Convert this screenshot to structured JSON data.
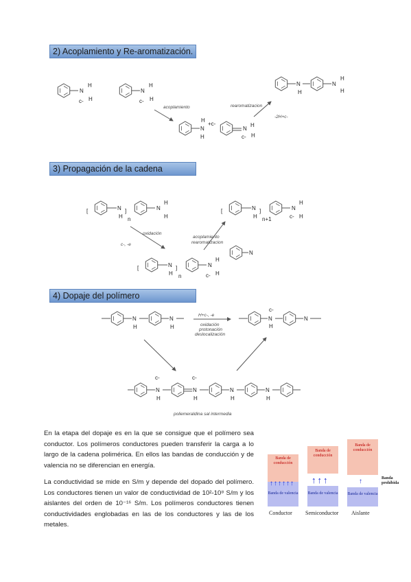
{
  "sections": [
    {
      "title": "2) Acoplamiento y Re-aromatización."
    },
    {
      "title": "3) Propagación de la cadena"
    },
    {
      "title": "4) Dopaje del polímero"
    }
  ],
  "scheme2": {
    "acoplamiento": "acoplamiento",
    "rearomatizacion": "rearomatizacion",
    "loss": "-2H+c-"
  },
  "scheme3": {
    "oxidacion": "oxidación",
    "reagent": "c-, -e",
    "acoplamiento": "acoplamiento",
    "rearomatizacion": "rearomatizacion",
    "sub_n": "n",
    "sub_n1": "n+1"
  },
  "scheme4": {
    "reagent": "H+c-, -e",
    "oxidacion": "oxidación",
    "protonacion": "protonación",
    "deslocalizacion": "deslocalización",
    "product_label": "poliemeraldina sal intermedia"
  },
  "paragraphs": [
    "En la etapa del dopaje es en la que se consigue que el polímero sea conductor. Los polímeros conductores pueden transferir la carga a lo largo de la cadena polimérica. En ellos las bandas de conducción y de valencia no se diferencian en energía.",
    "La conductividad se mide en S/m y depende del dopado del polímero. Los conductores tienen un valor de conductividad de 10²-10⁸ S/m y los aislantes del orden de 10⁻¹⁶ S/m. Los polímeros conductores tienen conductividades englobadas en las de los conductores y las de los metales."
  ],
  "band_diagram": {
    "conduction": "Banda de conducción",
    "valence": "Banda de valencia",
    "gap": "Banda prohibida",
    "captions": [
      "Conductor",
      "Semiconductor",
      "Aislante"
    ],
    "colors": {
      "conduction": "#f6c3b3",
      "valence": "#b9bdf0",
      "arrow": "#1a2ad0"
    }
  }
}
